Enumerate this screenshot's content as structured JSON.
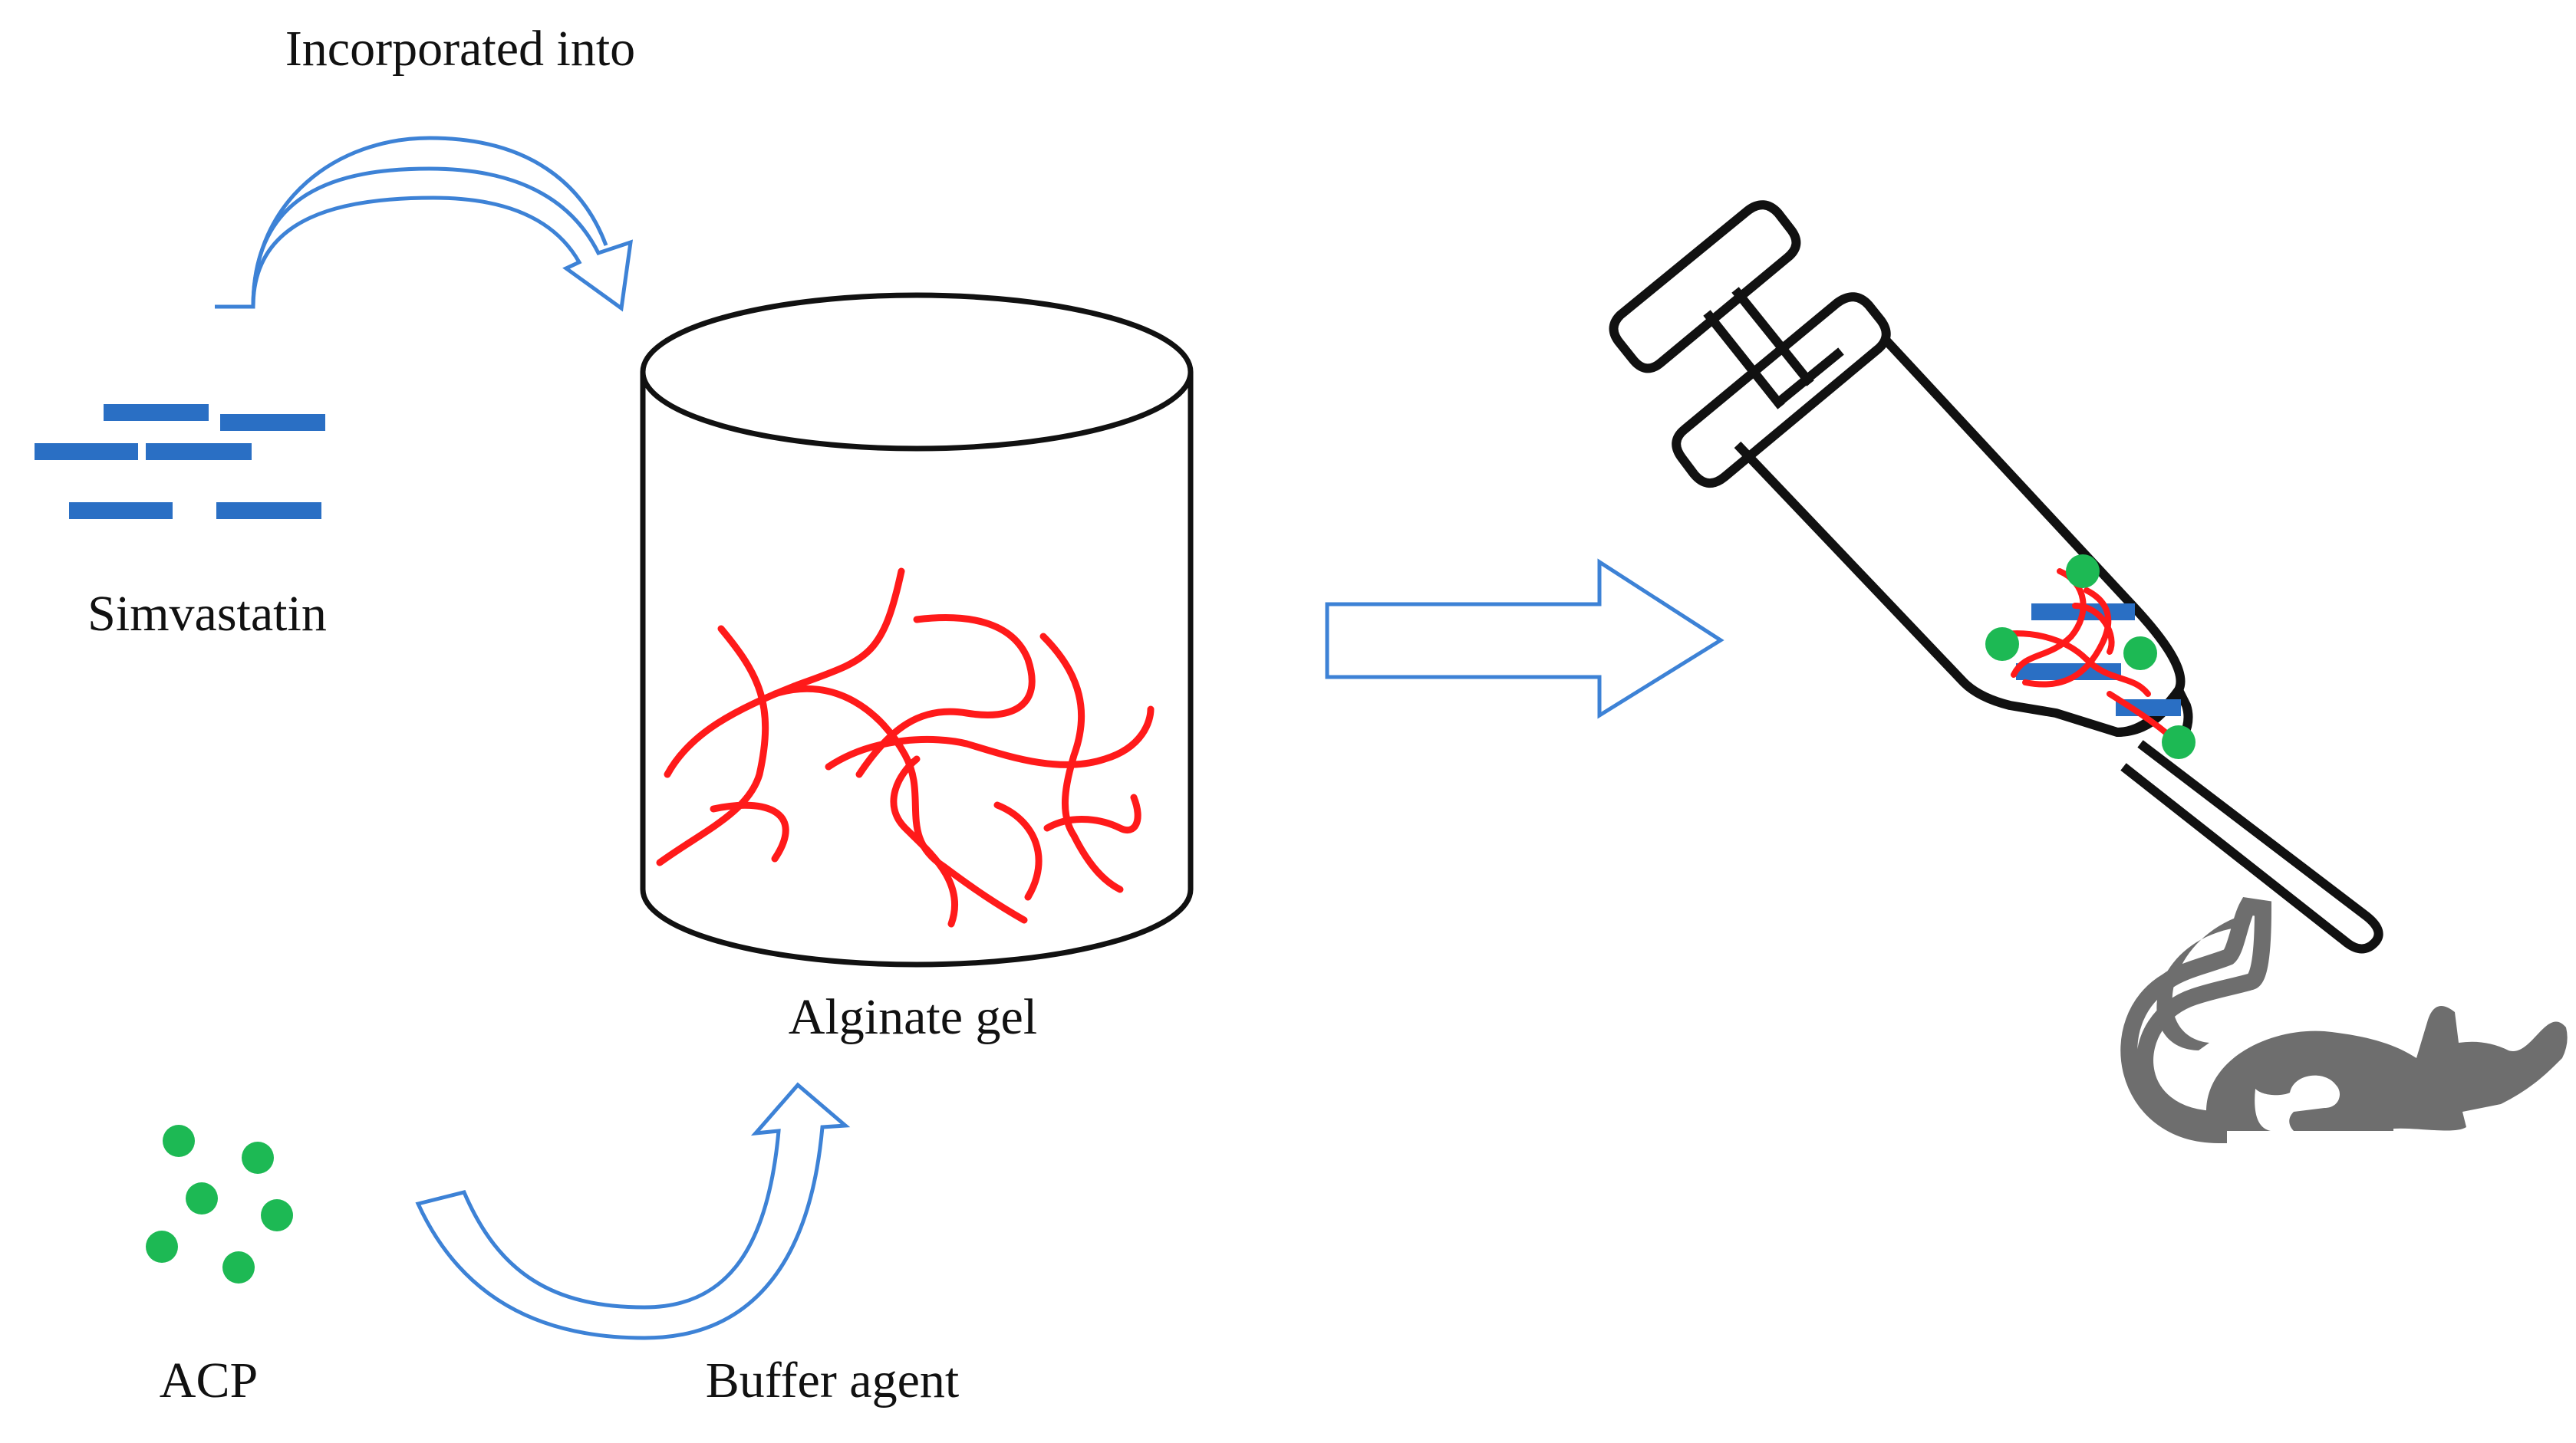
{
  "labels": {
    "incorporated_into": "Incorporated into",
    "simvastatin": "Simvastatin",
    "alginate_gel": "Alginate gel",
    "acp": "ACP",
    "buffer_agent": "Buffer agent"
  },
  "colors": {
    "arrow_outline": "#3d82d6",
    "simvastatin_bar": "#2a6fc4",
    "acp_dot": "#1db954",
    "alginate_fiber": "#ff1a1a",
    "outline": "#111111",
    "mouse": "#6e6e6e"
  },
  "icons": [
    "curved-arrow-icon",
    "right-arrow-icon",
    "beaker-icon",
    "syringe-icon",
    "mouse-icon"
  ]
}
